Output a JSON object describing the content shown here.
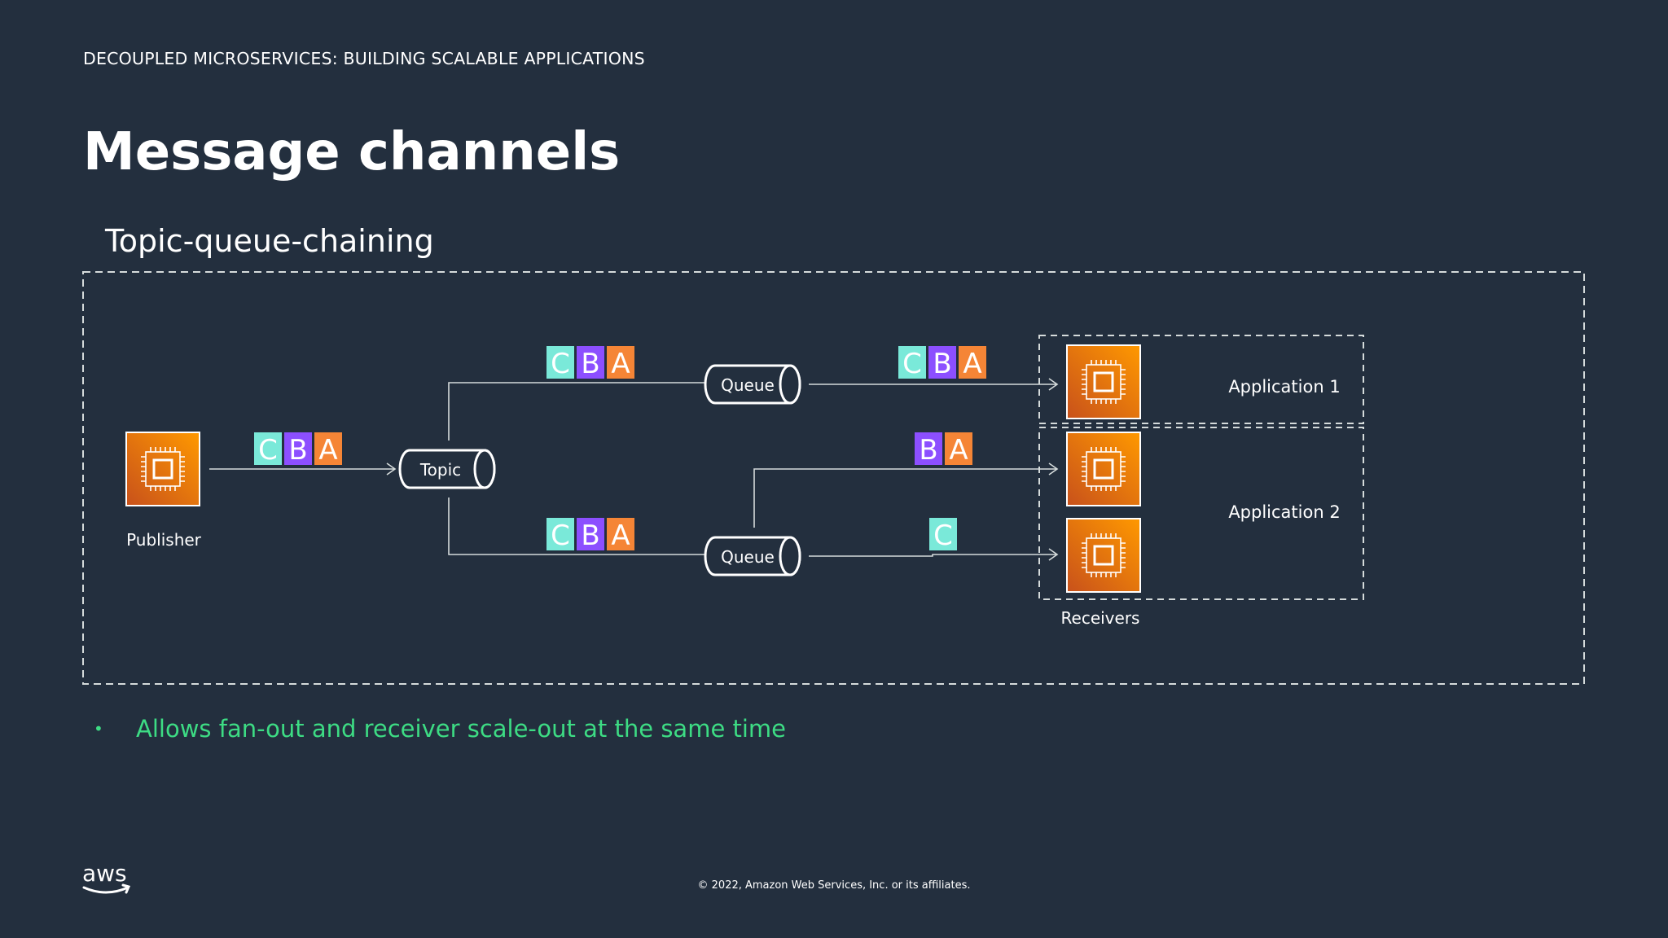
{
  "header": {
    "eyebrow": "DECOUPLED MICROSERVICES: BUILDING SCALABLE APPLICATIONS",
    "title": "Message channels",
    "subtitle": "Topic-queue-chaining"
  },
  "diagram": {
    "publisher_label": "Publisher",
    "topic_label": "Topic",
    "queue_label": "Queue",
    "receivers_label": "Receivers",
    "application_1_label": "Application 1",
    "application_2_label": "Application 2",
    "message_letters": {
      "a": "A",
      "b": "B",
      "c": "C"
    },
    "colors": {
      "a": "#f58536",
      "b": "#8c4fff",
      "c": "#7ae9d9"
    }
  },
  "bullets": [
    "Allows fan-out and receiver scale-out at the same time"
  ],
  "footer": {
    "copyright": "© 2022, Amazon Web Services, Inc. or its affiliates.",
    "logo_text": "aws"
  }
}
